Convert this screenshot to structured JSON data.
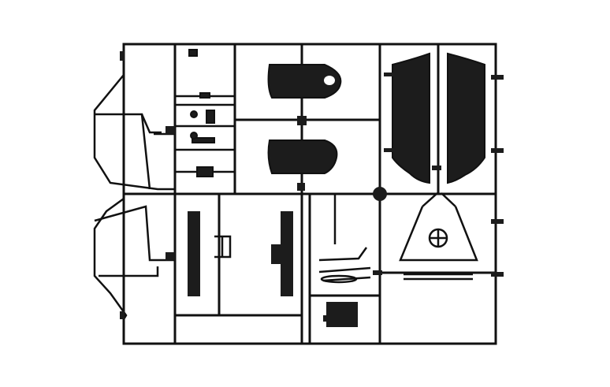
{
  "diagram": {
    "colors": {
      "background": "#ffffff",
      "line": "#111111",
      "part_fill": "#1c1c1c"
    },
    "parts": [
      {
        "id": "door-panel-left",
        "icon": "door-panel-icon"
      },
      {
        "id": "door-panel-right",
        "icon": "door-panel-icon"
      },
      {
        "id": "seat-upper",
        "icon": "seat-icon"
      },
      {
        "id": "seat-lower",
        "icon": "seat-icon"
      },
      {
        "id": "front-fender-upper",
        "icon": "fender-outline-icon"
      },
      {
        "id": "front-fender-lower",
        "icon": "fender-outline-icon"
      },
      {
        "id": "chassis-rail-left",
        "icon": "rail-icon"
      },
      {
        "id": "chassis-rail-right",
        "icon": "rail-icon"
      },
      {
        "id": "steering-wheel-assembly",
        "icon": "steering-wheel-icon"
      },
      {
        "id": "battery-box",
        "icon": "box-part-icon"
      },
      {
        "id": "pedal-part",
        "icon": "pedal-icon"
      },
      {
        "id": "small-parts-column",
        "icon": "small-part-icon"
      }
    ]
  }
}
